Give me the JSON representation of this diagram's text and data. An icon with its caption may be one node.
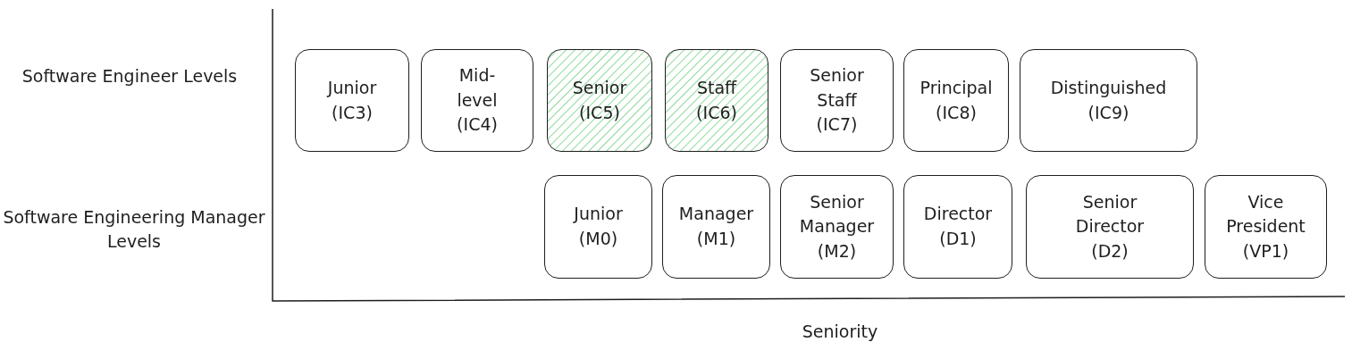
{
  "diagram": {
    "nodes": [
      {
        "text": [
          "Junior (IC3)"
        ]
      },
      {
        "text": [
          "Mid-level (IC4)"
        ]
      },
      {
        "text": [
          "Senior (IC5)"
        ]
      },
      {
        "text": [
          "Staff (IC6)"
        ]
      },
      {
        "text": [
          "Senior Staff (IC7)"
        ]
      },
      {
        "text": [
          "Principal (IC8)"
        ]
      },
      {
        "text": [
          "Distinguished (IC9)"
        ]
      },
      {
        "text": [
          "Junior (M0)"
        ]
      },
      {
        "text": [
          "Manager (M1)"
        ]
      },
      {
        "text": [
          "Senior Manager (M2)"
        ]
      },
      {
        "text": [
          "Director (D1)"
        ]
      },
      {
        "text": [
          "Senior Director (D2)"
        ]
      },
      {
        "text": [
          "Vice President (VP1)"
        ]
      }
    ],
    "labels": [
      "Software Engineer Levels",
      "Software Engineering Manager Levels",
      "Seniority"
    ]
  }
}
